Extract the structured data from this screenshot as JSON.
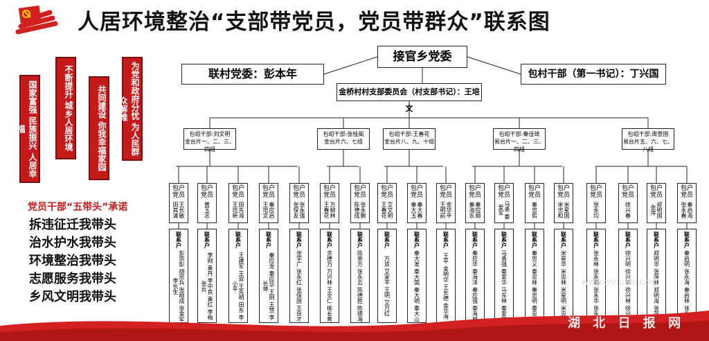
{
  "title": "人居环境整治“支部带党员，党员带群众”联系图",
  "root": "接官乡党委",
  "liaison_left": "联村党委：彭本年",
  "liaison_right": "包村干部（第一书记）：丁兴国",
  "branch": "金桥村村支部委员会（村支部书记）：王培文",
  "scrolls": [
    "国家富强 民族振兴 人居幸福",
    "不断提升 城乡人居环境",
    "共同建设 你我幸福家园",
    "为党和政府分忧 为人民群众解难"
  ],
  "promise": {
    "prefix": "党员干部",
    "highlight": "“五带头”",
    "suffix": "承诺"
  },
  "slogans": [
    "拆违征迁我带头",
    "治水护水我带头",
    "环境整治我带头",
    "志愿服务我带头",
    "乡风文明我带头"
  ],
  "groups": [
    {
      "leader": "包组干部:刘文明",
      "area": "金台片一、二、三、四组"
    },
    {
      "leader": "包组干部:张桂阁",
      "area": "金台片六、七组"
    },
    {
      "leader": "包组干部:王春花",
      "area": "金台片八、九、十组"
    },
    {
      "leader": "包组干部:秦佳琦",
      "area": "易台片一、二、三、四组"
    },
    {
      "leader": "包组干部:周登国",
      "area": "易台片五、六、七、八组"
    }
  ],
  "households": [
    {
      "role": "包户党员",
      "names": "王长敏 田其清"
    },
    {
      "role": "包户党员",
      "names": "黄玉念"
    },
    {
      "role": "包户党员",
      "names": "田先海 王培新"
    },
    {
      "role": "包户党员",
      "names": "秦应启 王培文"
    },
    {
      "role": "包户党员",
      "names": "张永强 张保友"
    },
    {
      "role": "包户党员",
      "names": "万柳林 王春花"
    },
    {
      "role": "包户党员",
      "names": "张永鹏 陈德成"
    },
    {
      "role": "包户党员",
      "names": "艾文明 王春花"
    },
    {
      "role": "包户党员",
      "names": "秦大春 秦大玉"
    },
    {
      "role": "包户党员",
      "names": "金华平 王明前"
    },
    {
      "role": "包户党员",
      "names": "秦应顺 秦海东"
    },
    {
      "role": "包户党员",
      "names": "马勇 秦爱军"
    },
    {
      "role": "包户党员",
      "names": "秦忠熙"
    },
    {
      "role": "包户党员",
      "names": "米星国 米忠和"
    },
    {
      "role": "包户党员",
      "names": "张永均"
    },
    {
      "role": "包户党员",
      "names": "徐兴春"
    },
    {
      "role": "包户党员",
      "names": "郑明国 张萍"
    },
    {
      "role": "包户党员",
      "names": "秦启海 张永春"
    }
  ],
  "contacts": [
    {
      "role": "联系户",
      "names": "彭宗彭 胡宗兵 张顺成 张金军 李长生"
    },
    {
      "role": "联系户",
      "names": "李刚 黄丹 李中良 黄红 李梅 张云"
    },
    {
      "role": "联系户",
      "names": "王建军 王双 王先明 田东 李小平"
    },
    {
      "role": "联系户",
      "names": "秦应龙 秦应华 王刚 王慧 李长坤"
    },
    {
      "role": "联系户",
      "names": "张学广 张永红 张保国 王良才"
    },
    {
      "role": "联系户",
      "names": "余德万 万兴林 王全仁 柳长青"
    },
    {
      "role": "联系户",
      "names": "陈景方 张永云 陈德胜 陈德海"
    },
    {
      "role": "联系户",
      "names": "万双 艾家平 王明 艾万红"
    },
    {
      "role": "联系户",
      "names": "秦大发 秦大国 秦大明 秦大山"
    },
    {
      "role": "联系户",
      "names": "王平 金明华 王长德 金华海"
    },
    {
      "role": "联系户",
      "names": "秦应华 秦海洋 秦应强 秦海林"
    },
    {
      "role": "联系户",
      "names": "马勇强 秦爱华 马东林 秦爱民"
    },
    {
      "role": "联系户",
      "names": "秦忠义 秦忠林 秦忠明 秦忠海"
    },
    {
      "role": "联系户",
      "names": "米星华 米忠林 米星明 米忠国"
    },
    {
      "role": "联系户",
      "names": "张永林 张永明 张永华 张永国"
    },
    {
      "role": "联系户",
      "names": "徐兴明 徐兴华 徐兴林 徐兴国"
    },
    {
      "role": "联系户",
      "names": "郑明华 张萍林 郑明海 张萍国"
    },
    {
      "role": "联系户",
      "names": "秦启明 张永海 秦启林 张永山"
    }
  ],
  "watermark": "湖 北 日 报 网",
  "watermark_url": "www.cnhubei.com",
  "colors": {
    "accent": "#c41a1a",
    "line": "#222222"
  }
}
